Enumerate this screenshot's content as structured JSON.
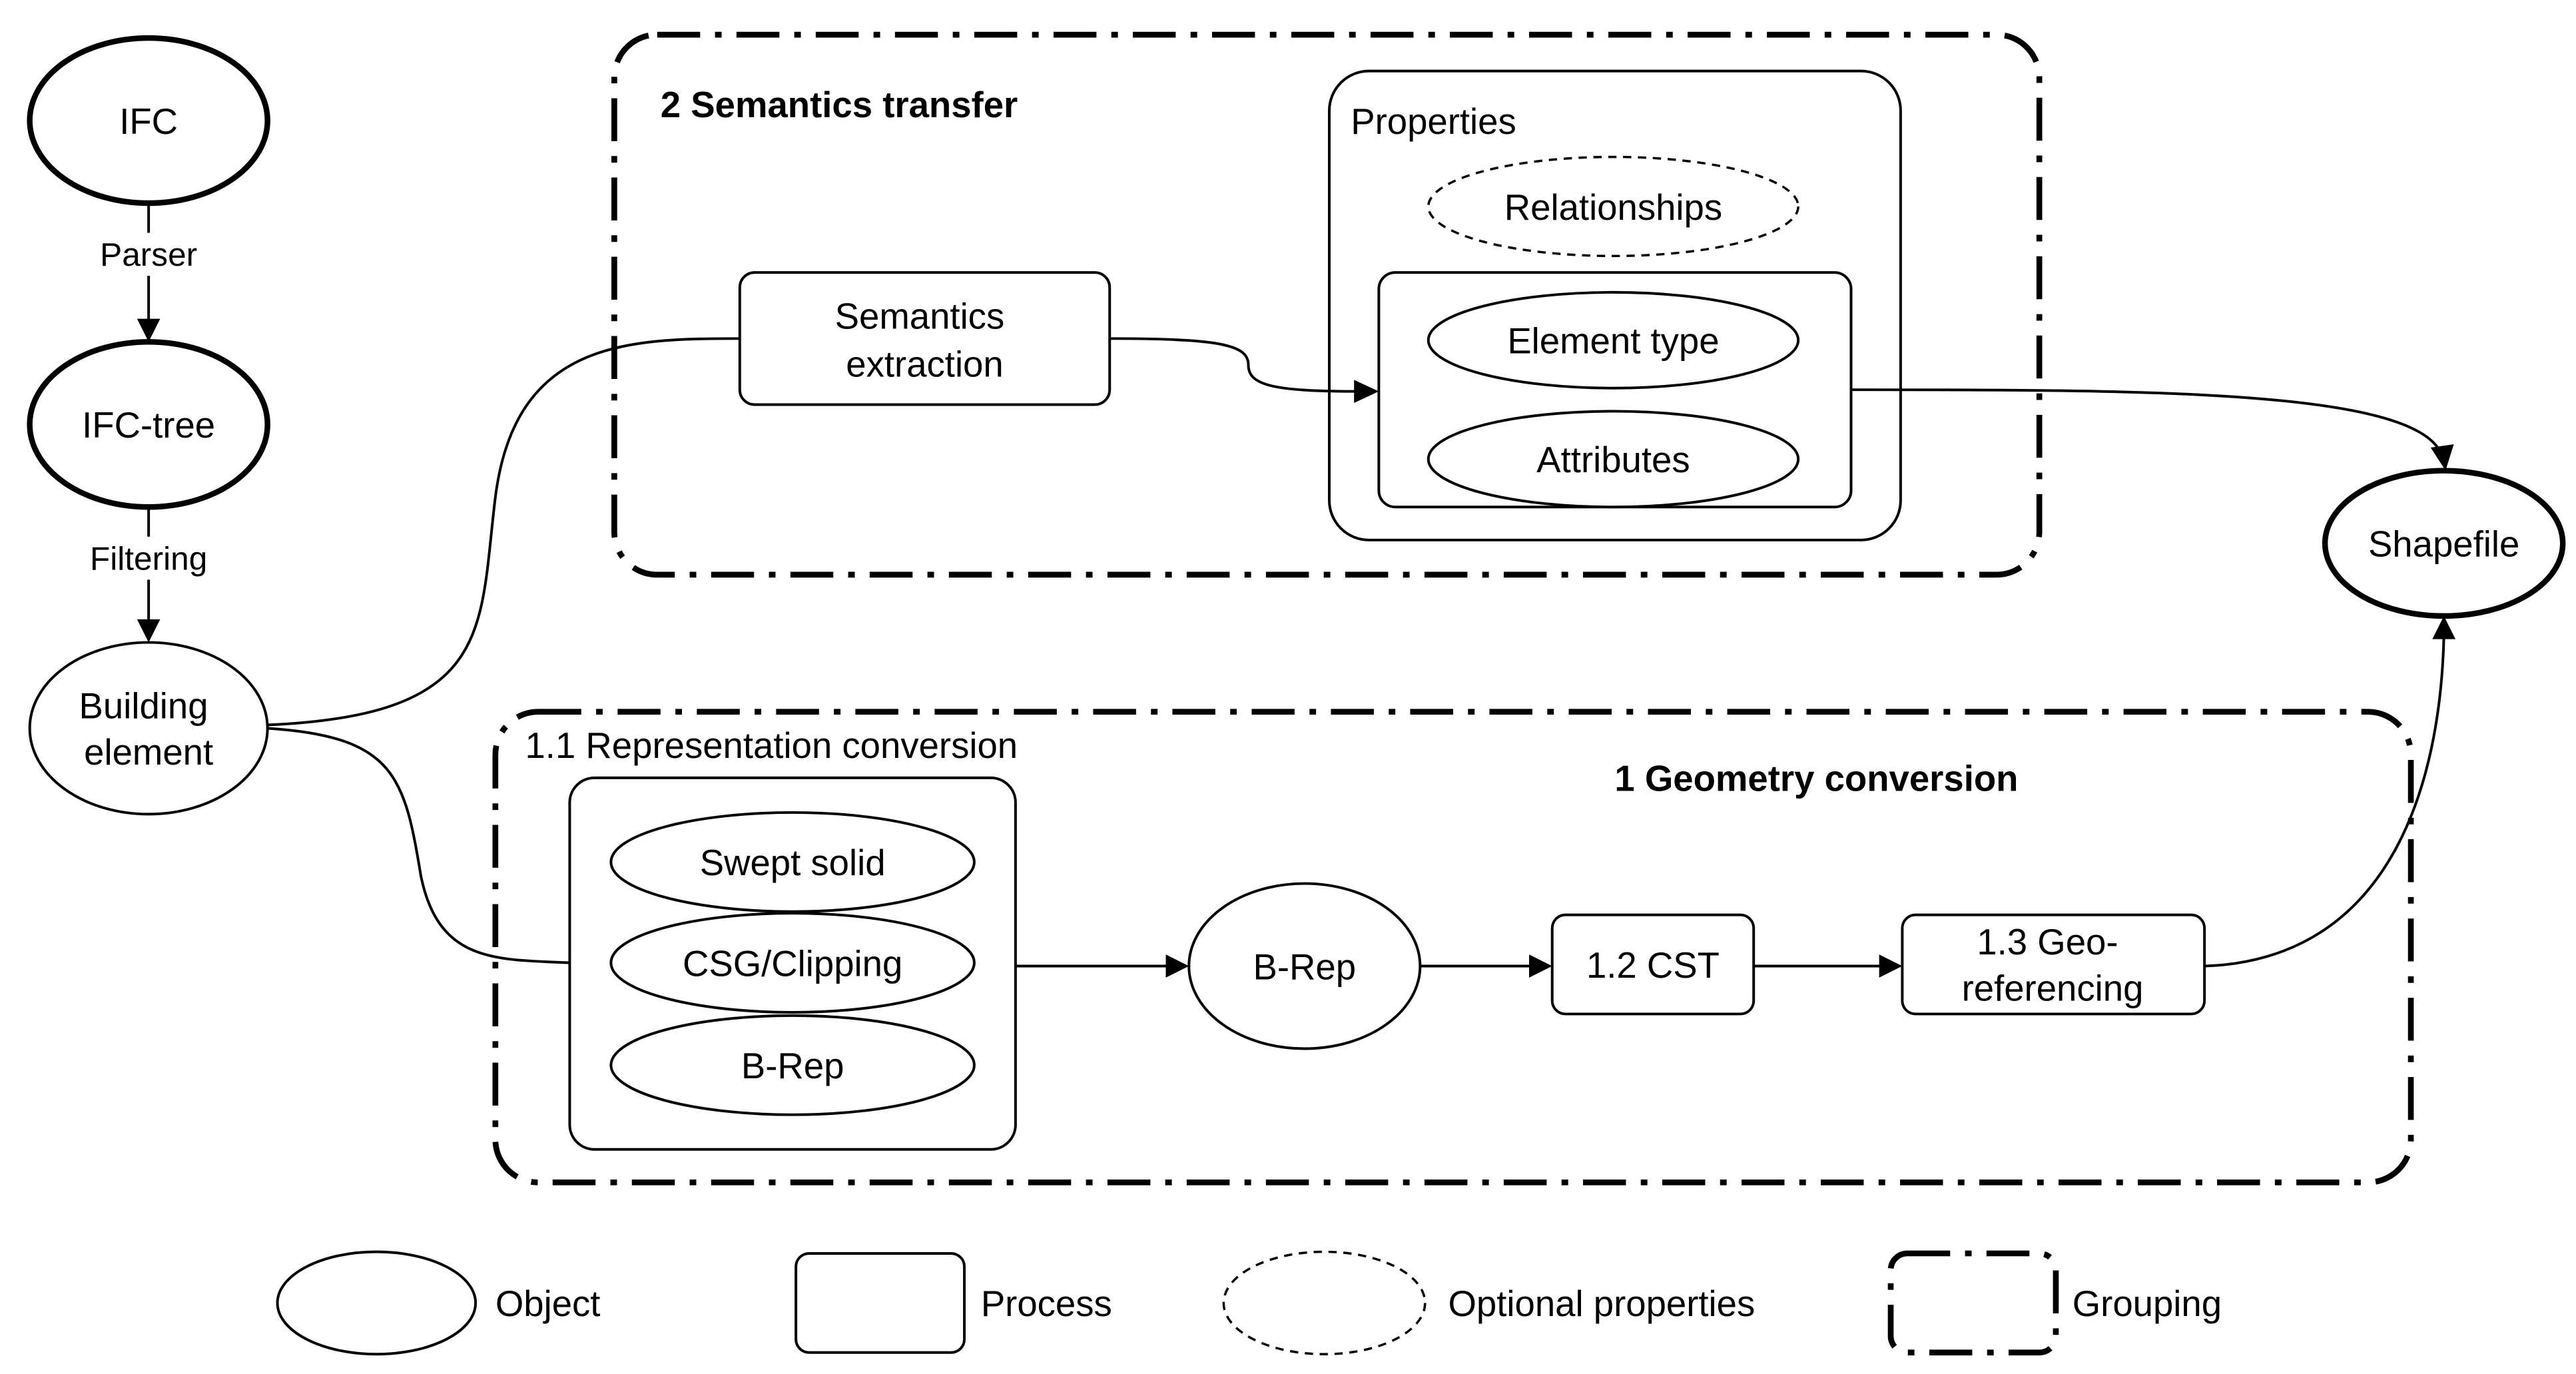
{
  "nodes": {
    "ifc": "IFC",
    "ifc_tree": "IFC-tree",
    "building_element": [
      "Building",
      "element"
    ],
    "shapefile": "Shapefile"
  },
  "edges": {
    "parser": "Parser",
    "filtering": "Filtering"
  },
  "semantics_group": {
    "title": "2 Semantics transfer",
    "extraction": [
      "Semantics",
      "extraction"
    ],
    "properties": {
      "title": "Properties",
      "relationships": "Relationships",
      "element_type": "Element type",
      "attributes": "Attributes"
    }
  },
  "geometry_group": {
    "title": "1 Geometry conversion",
    "representation": {
      "title": "1.1 Representation conversion",
      "swept_solid": "Swept solid",
      "csg_clipping": "CSG/Clipping",
      "brep": "B-Rep"
    },
    "brep_object": "B-Rep",
    "cst": "1.2 CST",
    "georef": [
      "1.3 Geo-",
      "referencing"
    ]
  },
  "legend": {
    "object": "Object",
    "process": "Process",
    "optional": "Optional properties",
    "grouping": "Grouping"
  }
}
